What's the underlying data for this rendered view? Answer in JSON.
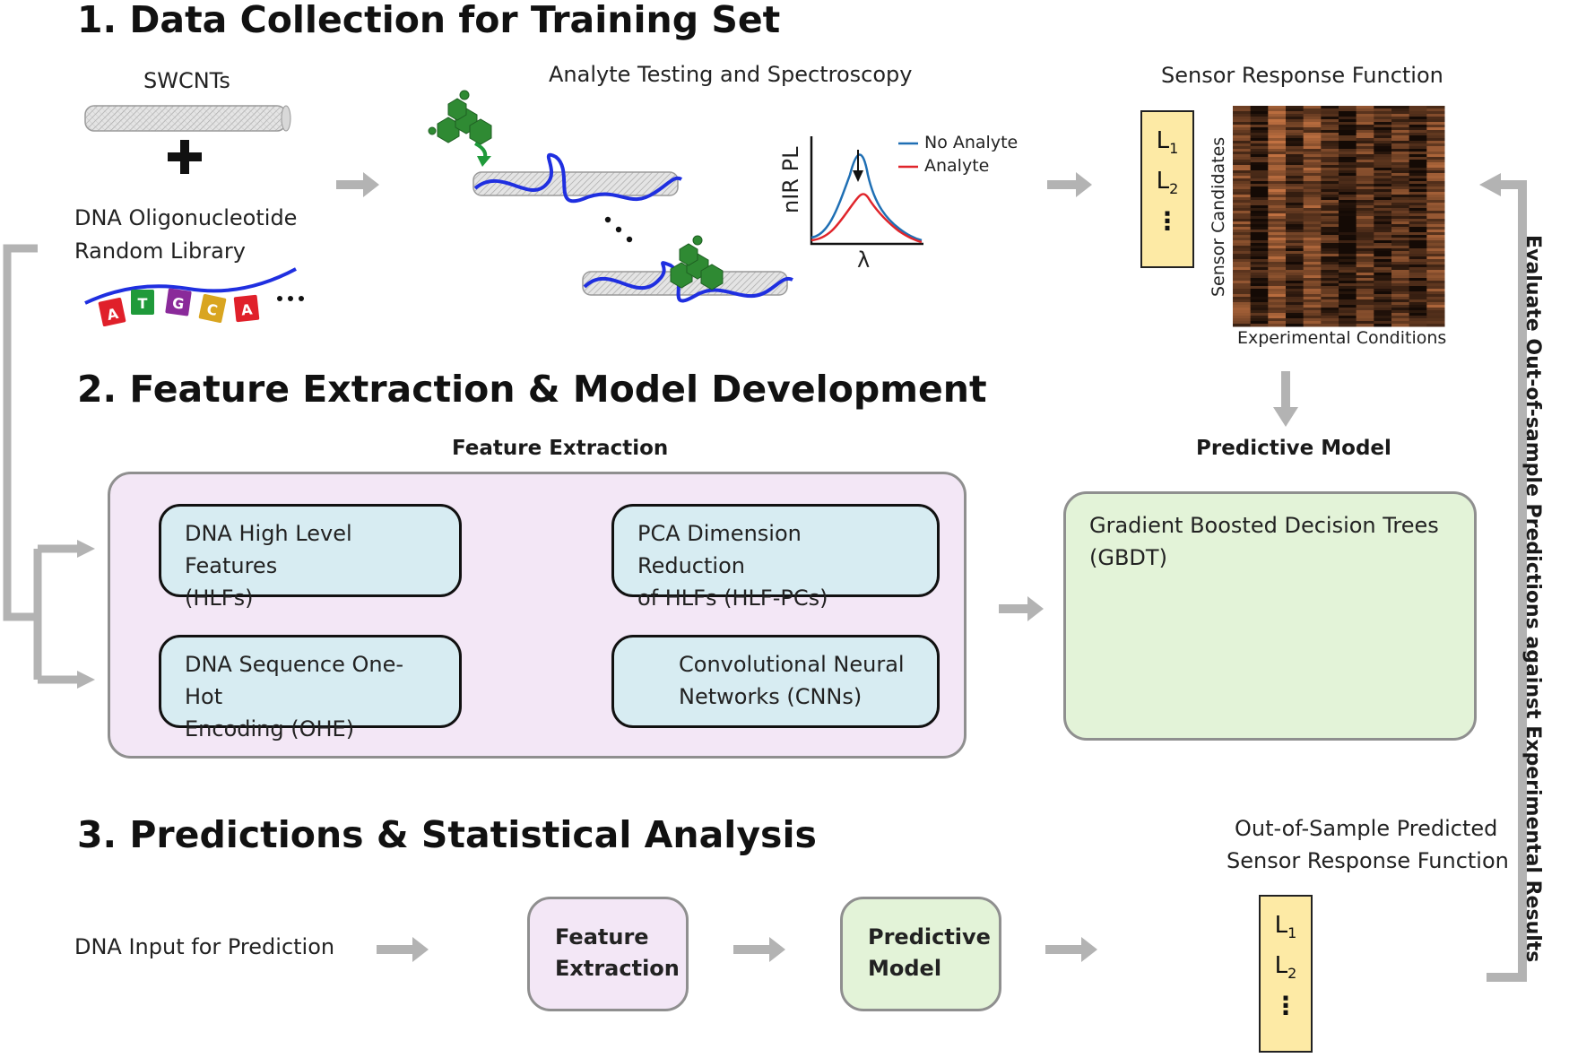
{
  "section1": {
    "title": "1. Data Collection for Training Set"
  },
  "section2": {
    "title": "2. Feature Extraction & Model Development"
  },
  "section3": {
    "title": "3. Predictions & Statistical Analysis"
  },
  "swcnt_label": "SWCNTs",
  "library_label": {
    "line1": "DNA Oligonucleotide",
    "line2": "Random Library"
  },
  "bases": [
    {
      "letter": "A",
      "color": "#e0202a"
    },
    {
      "letter": "T",
      "color": "#1f9a3a"
    },
    {
      "letter": "G",
      "color": "#8a2a9a"
    },
    {
      "letter": "C",
      "color": "#d9a520"
    },
    {
      "letter": "A",
      "color": "#e0202a"
    }
  ],
  "analyte_testing_label": "Analyte Testing and Spectroscopy",
  "spectrum": {
    "ylabel": "nIR PL",
    "xlabel": "λ",
    "legend_no_analyte": "No Analyte",
    "legend_analyte": "Analyte",
    "color_no_analyte": "#1f6fb4",
    "color_analyte": "#e0252b"
  },
  "sensor_response_label": "Sensor Response Function",
  "heatmap": {
    "ylabel": "Sensor Candidates",
    "xlabel": "Experimental Conditions"
  },
  "list_box": {
    "l1": "L",
    "l1_sub": "1",
    "l2": "L",
    "l2_sub": "2",
    "dots": "⋮"
  },
  "feature_extraction_label": "Feature Extraction",
  "predictive_model_label": "Predictive Model",
  "features": {
    "hlf": {
      "line1": "DNA High Level Features",
      "line2": "(HLFs)"
    },
    "pca": {
      "line1": "PCA Dimension Reduction",
      "line2": "of HLFs (HLF-PCs)"
    },
    "ohe": {
      "line1": "DNA Sequence One-Hot",
      "line2": "Encoding (OHE)"
    },
    "cnn": {
      "line1": "Convolutional Neural",
      "line2": "Networks (CNNs)"
    }
  },
  "gbdt": {
    "line1": "Gradient Boosted Decision Trees",
    "line2": "(GBDT)"
  },
  "dna_input_label": "DNA Input for Prediction",
  "mini_feature": {
    "line1": "Feature",
    "line2": "Extraction"
  },
  "mini_model": {
    "line1": "Predictive",
    "line2": "Model"
  },
  "oos_label": {
    "line1": "Out-of-Sample Predicted",
    "line2": "Sensor Response Function"
  },
  "evaluate_label": "Evaluate Out-of-sample Predictions against Experimental Results",
  "colors": {
    "arrow_gray": "#b3b3b3",
    "feature_panel_bg": "#f3e7f6",
    "feature_box_bg": "#d7ecf2",
    "model_panel_bg": "#e3f3d8",
    "list_box_bg": "#fdeaa5",
    "dna_strand": "#1f2fe0",
    "molecule_green": "#2f8a33"
  }
}
